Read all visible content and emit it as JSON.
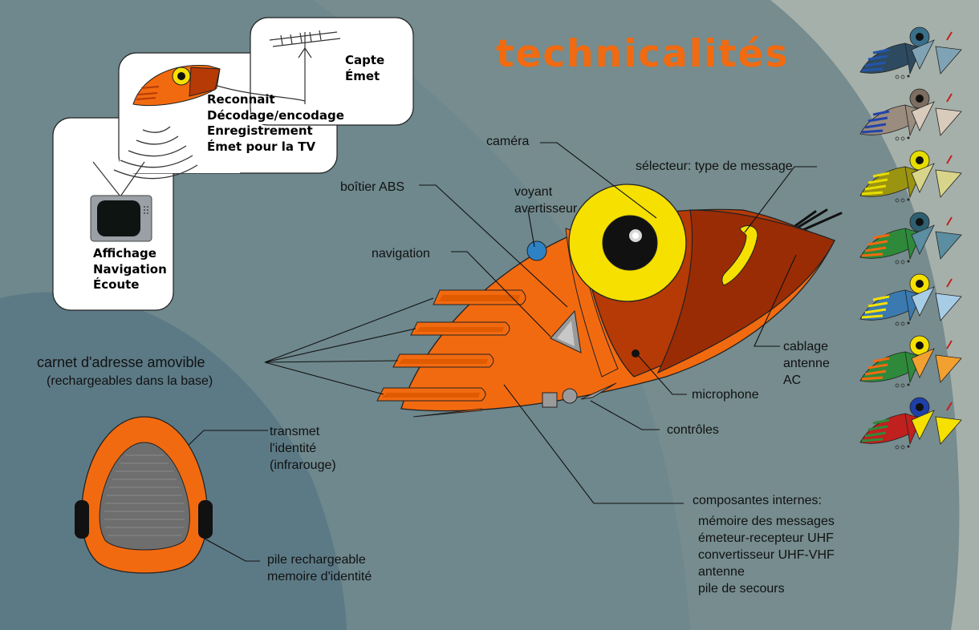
{
  "title": "technicalités",
  "colors": {
    "background_outer": "#a6b0aa",
    "background_mid": "#768c8e",
    "background_inner": "#5c7a86",
    "device_orange": "#f26a10",
    "device_dark": "#b53a06",
    "eye_yellow": "#f5e000",
    "title": "#f26a10"
  },
  "diagram_boxes": {
    "antenna_box": [
      "Capte",
      "Émet"
    ],
    "device_box": [
      "Reconnait",
      "Décodage/encodage",
      "Enregistrement",
      "Émet pour la TV"
    ],
    "tv_box": [
      "Affichage",
      "Navigation",
      "Écoute"
    ]
  },
  "callouts": {
    "camera": "caméra",
    "selector": "sélecteur: type de message",
    "abs_case": "boîtier ABS",
    "warning_light": [
      "voyant",
      "avertisseur"
    ],
    "navigation": "navigation",
    "address_book": "carnet d'adresse amovible",
    "address_book_note": "(rechargeables dans la base)",
    "cable": [
      "cablage",
      "antenne",
      "AC"
    ],
    "microphone": "microphone",
    "controls": "contrôles",
    "internal_title": "composantes internes:",
    "internal_items": [
      "mémoire des messages",
      "émeteur-recepteur UHF",
      "convertisseur UHF-VHF",
      "antenne",
      "pile de secours"
    ],
    "identity": [
      "transmet",
      "l'identité",
      "(infrarouge)"
    ],
    "battery": [
      "pile rechargeable",
      "memoire d'identité"
    ]
  },
  "color_variants": [
    {
      "name": "navy",
      "body": "#2e4a60",
      "eye": "#3a6f8a",
      "wing": "#7fa3b5",
      "stripe": "#2255aa"
    },
    {
      "name": "taupe",
      "body": "#9a8c7e",
      "eye": "#7d6e62",
      "wing": "#d8cbbb",
      "stripe": "#2244aa"
    },
    {
      "name": "olive",
      "body": "#9a9410",
      "eye": "#e6dc00",
      "wing": "#d8d48a",
      "stripe": "#e8dc00"
    },
    {
      "name": "green",
      "body": "#2e8a3a",
      "eye": "#2e5f70",
      "wing": "#5a8ea0",
      "stripe": "#f26a10"
    },
    {
      "name": "blue",
      "body": "#3a7ab0",
      "eye": "#f5e000",
      "wing": "#a7cce6",
      "stripe": "#f5e000"
    },
    {
      "name": "green-orange",
      "body": "#2e8a3a",
      "eye": "#f5e000",
      "wing": "#f2a030",
      "stripe": "#f26a10"
    },
    {
      "name": "red",
      "body": "#c0201e",
      "eye": "#1e3fa8",
      "wing": "#f5e000",
      "stripe": "#2e8a3a"
    }
  ]
}
